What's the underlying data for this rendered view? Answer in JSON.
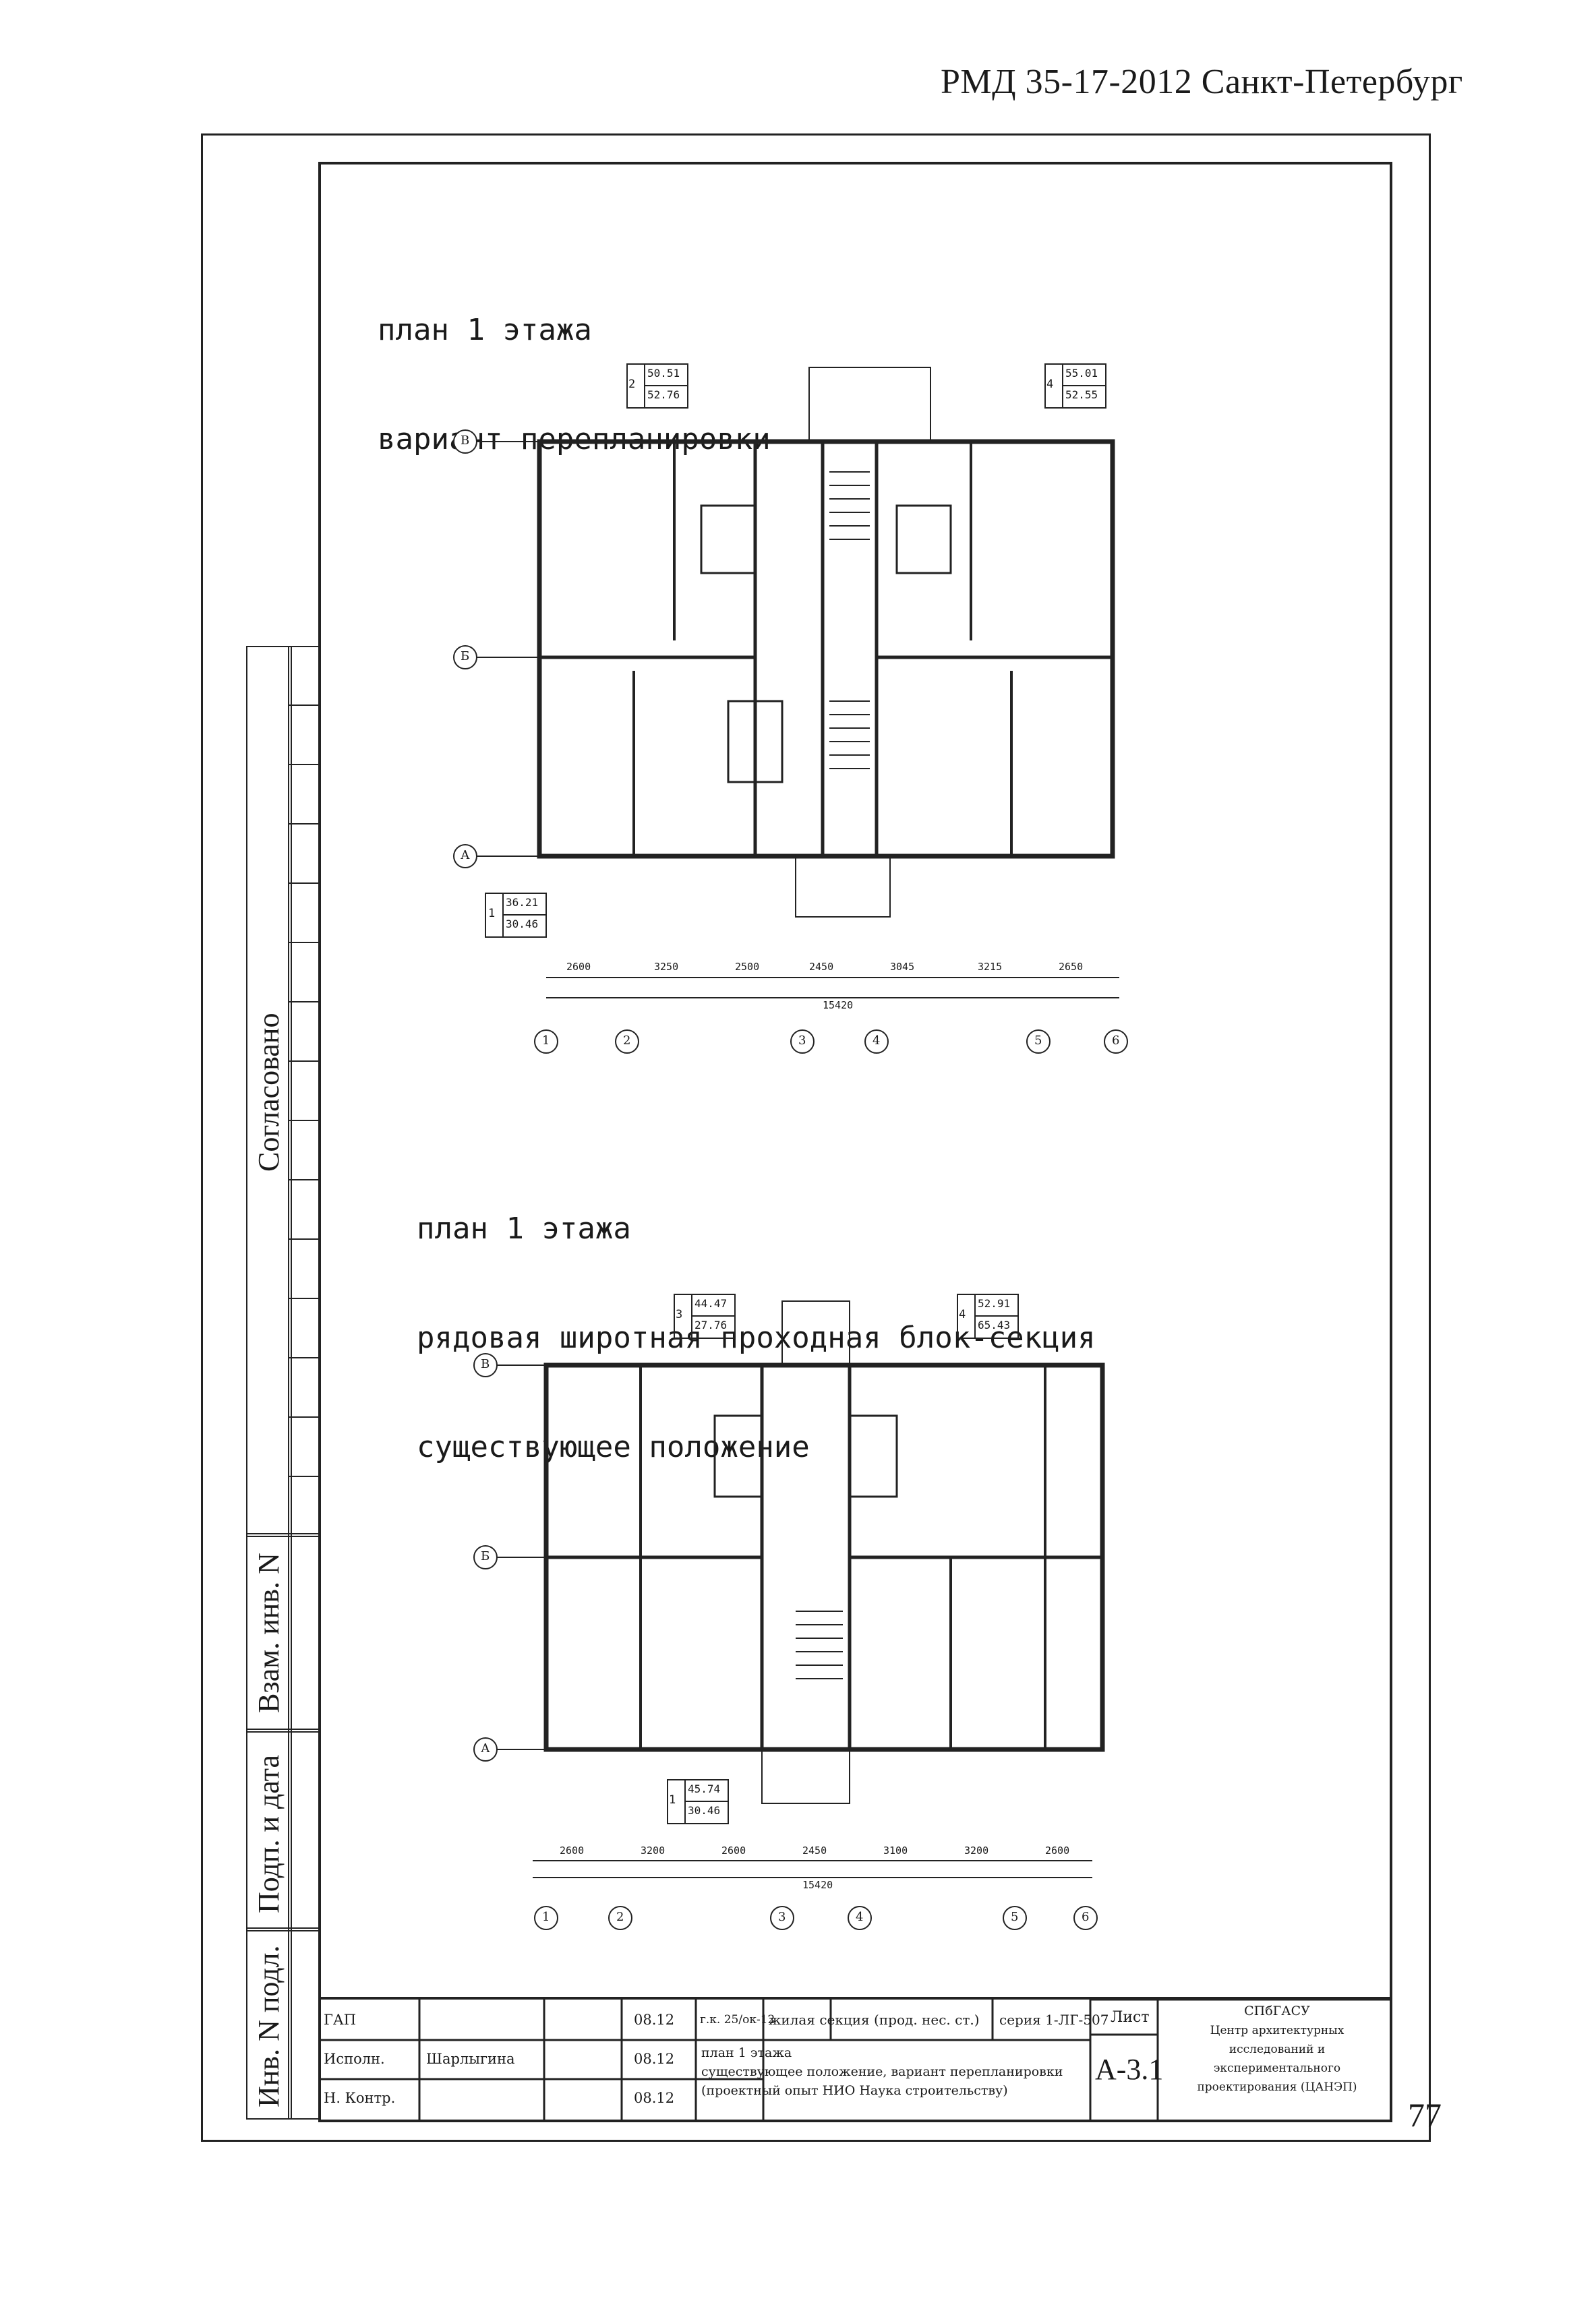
{
  "header": {
    "doc_id": "РМД 35-17-2012 Санкт-Петербург"
  },
  "page": {
    "number": "77"
  },
  "side_stamp": {
    "approved": "Согласовано",
    "interchange": "Взам. инв. N",
    "sign_date": "Подп. и дата",
    "inv_original": "Инв. N подл."
  },
  "plan_top": {
    "heading_line1": "план 1 этажа",
    "heading_line2": "вариант перепланировки",
    "apt_top_left": {
      "num": "2",
      "area1": "50.51",
      "area2": "52.76"
    },
    "apt_top_right": {
      "num": "4",
      "area1": "55.01",
      "area2": "52.55"
    },
    "apt_bottom_left": {
      "num": "1",
      "area1": "36.21",
      "area2": "30.46"
    },
    "total_dim": "15420",
    "axes_bottom": [
      "1",
      "2",
      "3",
      "4",
      "5",
      "6"
    ],
    "axes_side": [
      "В",
      "Б",
      "А"
    ],
    "dims": [
      "2600",
      "3250",
      "2500",
      "2450",
      "3045",
      "3215",
      "2650"
    ]
  },
  "plan_bottom": {
    "heading_line1": "план 1 этажа",
    "heading_line2": "рядовая широтная проходная блок-секция",
    "heading_line3": "существующее положение",
    "apt_top_left": {
      "num": "3",
      "area1": "44.47",
      "area2": "27.76"
    },
    "apt_top_right": {
      "num": "4",
      "area1": "52.91",
      "area2": "65.43"
    },
    "apt_bottom_left": {
      "num": "1",
      "area1": "45.74",
      "area2": "30.46"
    },
    "total_dim": "15420",
    "axes_bottom": [
      "1",
      "2",
      "3",
      "4",
      "5",
      "6"
    ],
    "axes_side": [
      "В",
      "Б",
      "А"
    ],
    "dims": [
      "2600",
      "3200",
      "2600",
      "2450",
      "3100",
      "3200",
      "2600"
    ]
  },
  "title_block": {
    "row1_role": "ГАП",
    "row1_date": "08.12",
    "row2_role": "Исполн.",
    "row2_name": "Шарлыгина",
    "row2_date": "08.12",
    "row3_role": "Н. Контр.",
    "row3_date": "08.12",
    "project_code": "г.к. 25/ок-12",
    "project_title": "жилая секция (прод. нес. ст.)",
    "series": "серия 1-ЛГ-507",
    "sheet_label": "Лист",
    "sheet_number": "А-3.1",
    "desc_line1": "план 1 этажа",
    "desc_line2": "существующее положение, вариант перепланировки",
    "desc_line3": "(проектный опыт НИО Наука строительству)",
    "org_line1": "СПбГАСУ",
    "org_line2": "Центр архитектурных",
    "org_line3": "исследований и",
    "org_line4": "экспериментального",
    "org_line5": "проектирования (ЦАНЭП)"
  }
}
